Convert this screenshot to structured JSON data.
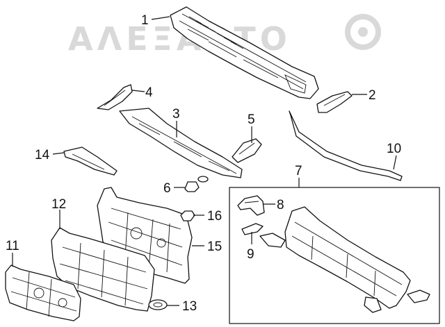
{
  "watermark": {
    "text": "ΑΛΕΞΑΒΤΟ"
  },
  "callouts": {
    "c1": "1",
    "c2": "2",
    "c3": "3",
    "c4": "4",
    "c5": "5",
    "c6": "6",
    "c7": "7",
    "c8": "8",
    "c9": "9",
    "c10": "10",
    "c11": "11",
    "c12": "12",
    "c13": "13",
    "c14": "14",
    "c15": "15",
    "c16": "16"
  },
  "colors": {
    "line": "#111111",
    "watermark": "#d9d9d9",
    "background": "#ffffff"
  }
}
